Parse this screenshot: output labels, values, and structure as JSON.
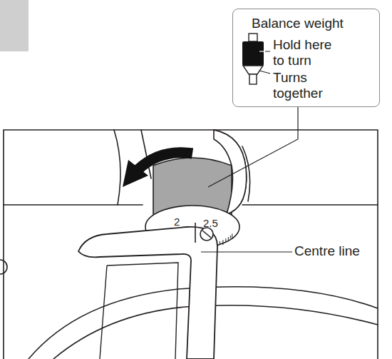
{
  "diagram": {
    "nodes": [
      {
        "text": [
          "Balance weight",
          "Hold here to turn",
          "Turns together"
        ]
      }
    ],
    "labels": [
      "Centre line",
      "2",
      "2.5"
    ]
  }
}
